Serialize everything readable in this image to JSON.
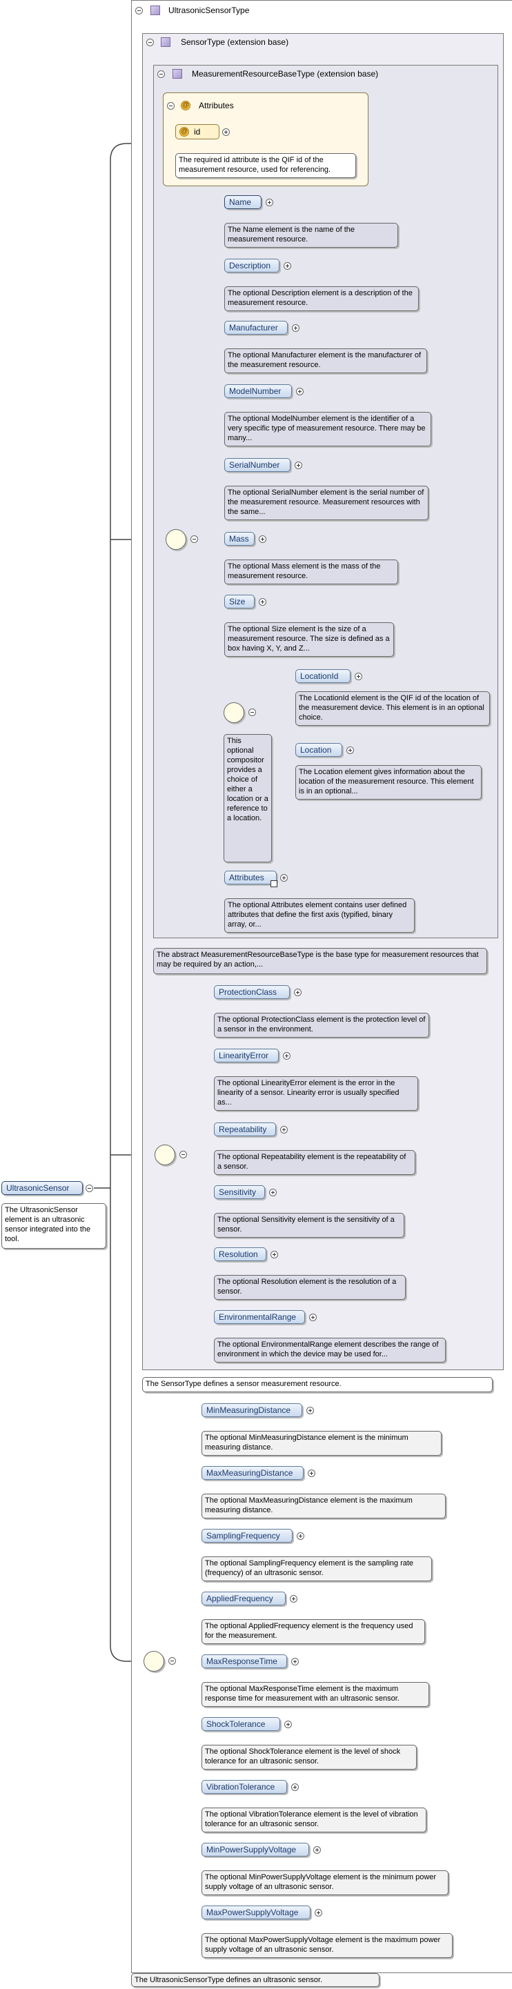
{
  "root": {
    "name": "UltrasonicSensor",
    "doc": "The UltrasonicSensor element is an ultrasonic sensor integrated into the tool."
  },
  "ultrasonic_type": {
    "title": "UltrasonicSensorType",
    "doc": "The UltrasonicSensorType defines an ultrasonic sensor."
  },
  "sensor_type": {
    "title": "SensorType (extension base)",
    "doc": "The SensorType defines a sensor measurement resource."
  },
  "mrb_type": {
    "title": "MeasurementResourceBaseType (extension base)",
    "doc": "The abstract MeasurementResourceBaseType is the base type for measurement resources that may be required by an action,..."
  },
  "attributes": {
    "label": "Attributes",
    "id_label": "id",
    "id_doc": "The required id attribute is the QIF id of the measurement resource, used for referencing."
  },
  "mrb_elements": [
    {
      "name": "Name",
      "doc": "The Name element is the name of the measurement resource."
    },
    {
      "name": "Description",
      "doc": "The optional Description element is a description of the measurement resource."
    },
    {
      "name": "Manufacturer",
      "doc": "The optional Manufacturer element is the manufacturer of the measurement resource."
    },
    {
      "name": "ModelNumber",
      "doc": "The optional ModelNumber element is the identifier of a very specific type of measurement resource. There may be many..."
    },
    {
      "name": "SerialNumber",
      "doc": "The optional SerialNumber element is the serial number of the measurement resource. Measurement resources with the same..."
    },
    {
      "name": "Mass",
      "doc": "The optional Mass element is the mass of the measurement resource."
    },
    {
      "name": "Size",
      "doc": "The optional Size element is the size of a measurement resource. The size is defined as a box having X, Y, and Z..."
    }
  ],
  "choice": {
    "doc": "This optional compositor provides a choice of either a location or a reference to a location.",
    "items": [
      {
        "name": "LocationId",
        "doc": "The LocationId element is the QIF id of the location of the measurement device. This element is in an optional choice."
      },
      {
        "name": "Location",
        "doc": "The Location element gives information about the location of the measurement resource. This element is in an optional..."
      }
    ]
  },
  "mrb_attributes_elem": {
    "name": "Attributes",
    "doc": "The optional Attributes element contains user defined attributes that define the first axis (typified, binary array, or..."
  },
  "sensor_elements": [
    {
      "name": "ProtectionClass",
      "doc": "The optional ProtectionClass element is the protection level of a sensor in the environment."
    },
    {
      "name": "LinearityError",
      "doc": "The optional LinearityError element is the error in the linearity of a sensor. Linearity error is usually specified as..."
    },
    {
      "name": "Repeatability",
      "doc": "The optional Repeatability element is the repeatability of a sensor."
    },
    {
      "name": "Sensitivity",
      "doc": "The optional Sensitivity element is the sensitivity of a sensor."
    },
    {
      "name": "Resolution",
      "doc": "The optional Resolution element is the resolution of a sensor."
    },
    {
      "name": "EnvironmentalRange",
      "doc": "The optional EnvironmentalRange element describes the range of environment in which the device may be used for..."
    }
  ],
  "ultra_elements": [
    {
      "name": "MinMeasuringDistance",
      "doc": "The optional MinMeasuringDistance element is the minimum measuring distance."
    },
    {
      "name": "MaxMeasuringDistance",
      "doc": "The optional MaxMeasuringDistance element is the maximum measuring distance."
    },
    {
      "name": "SamplingFrequency",
      "doc": "The optional SamplingFrequency element is the sampling rate (frequency) of an ultrasonic sensor."
    },
    {
      "name": "AppliedFrequency",
      "doc": "The optional AppliedFrequency element is the frequency used for the measurement."
    },
    {
      "name": "MaxResponseTime",
      "doc": "The optional MaxResponseTime element is the maximum response time for measurement with an ultrasonic sensor."
    },
    {
      "name": "ShockTolerance",
      "doc": "The optional ShockTolerance element is the level of shock tolerance for an ultrasonic sensor."
    },
    {
      "name": "VibrationTolerance",
      "doc": "The optional VibrationTolerance element is the level of vibration tolerance for an ultrasonic sensor."
    },
    {
      "name": "MinPowerSupplyVoltage",
      "doc": "The optional MinPowerSupplyVoltage element is the minimum power supply voltage of an ultrasonic sensor."
    },
    {
      "name": "MaxPowerSupplyVoltage",
      "doc": "The optional MaxPowerSupplyVoltage element is the maximum power supply voltage of an ultrasonic sensor."
    }
  ]
}
